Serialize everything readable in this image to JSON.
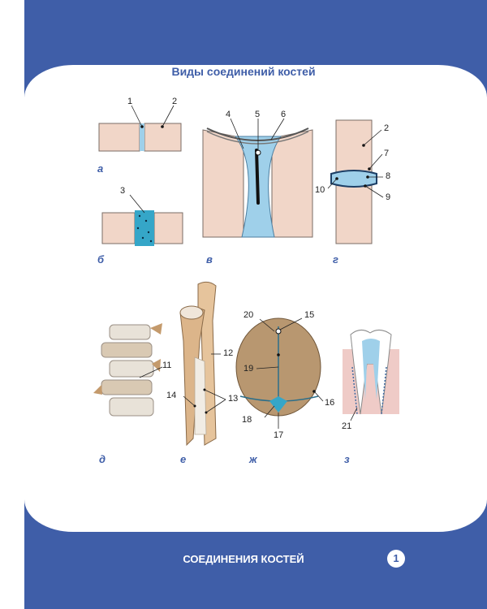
{
  "title": "Виды соединений костей",
  "footer": "СОЕДИНЕНИЯ КОСТЕЙ",
  "page_number": "1",
  "letters": {
    "a": "а",
    "b": "б",
    "v": "в",
    "g": "г",
    "d": "д",
    "e": "е",
    "zh": "ж",
    "z": "з"
  },
  "labels": {
    "n1": "1",
    "n2a": "2",
    "n3": "3",
    "n4": "4",
    "n5": "5",
    "n6": "6",
    "n2b": "2",
    "n7": "7",
    "n8": "8",
    "n9": "9",
    "n10": "10",
    "n11": "11",
    "n12": "12",
    "n13": "13",
    "n14": "14",
    "n15": "15",
    "n16": "16",
    "n17": "17",
    "n18": "18",
    "n19": "19",
    "n20": "20",
    "n21": "21"
  },
  "colors": {
    "frame": "#3f5ea8",
    "cartilage": "#9fd0ea",
    "bone": "#f1d6c8",
    "accent": "#35a6c8"
  }
}
